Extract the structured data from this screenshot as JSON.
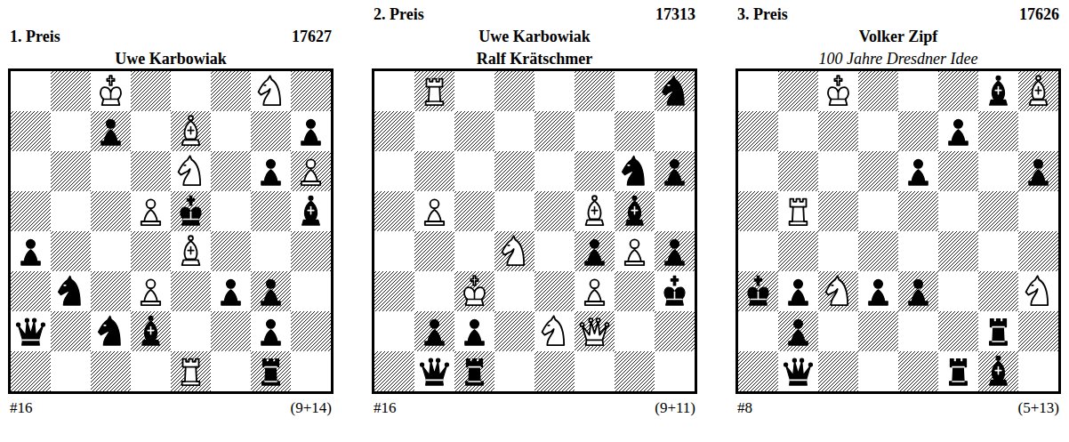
{
  "diagram": {
    "labels": [
      "1. Preis",
      "17627",
      "Uwe Karbowiak",
      "#16",
      "(9+14)",
      "2. Preis",
      "17313",
      "Uwe Karbowiak",
      "Ralf Krätschmer",
      "#16",
      "(9+11)",
      "3. Preis",
      "17626",
      "Volker Zipf",
      "100 Jahre Dresdner Idee",
      "#8",
      "(5+13)"
    ]
  }
}
